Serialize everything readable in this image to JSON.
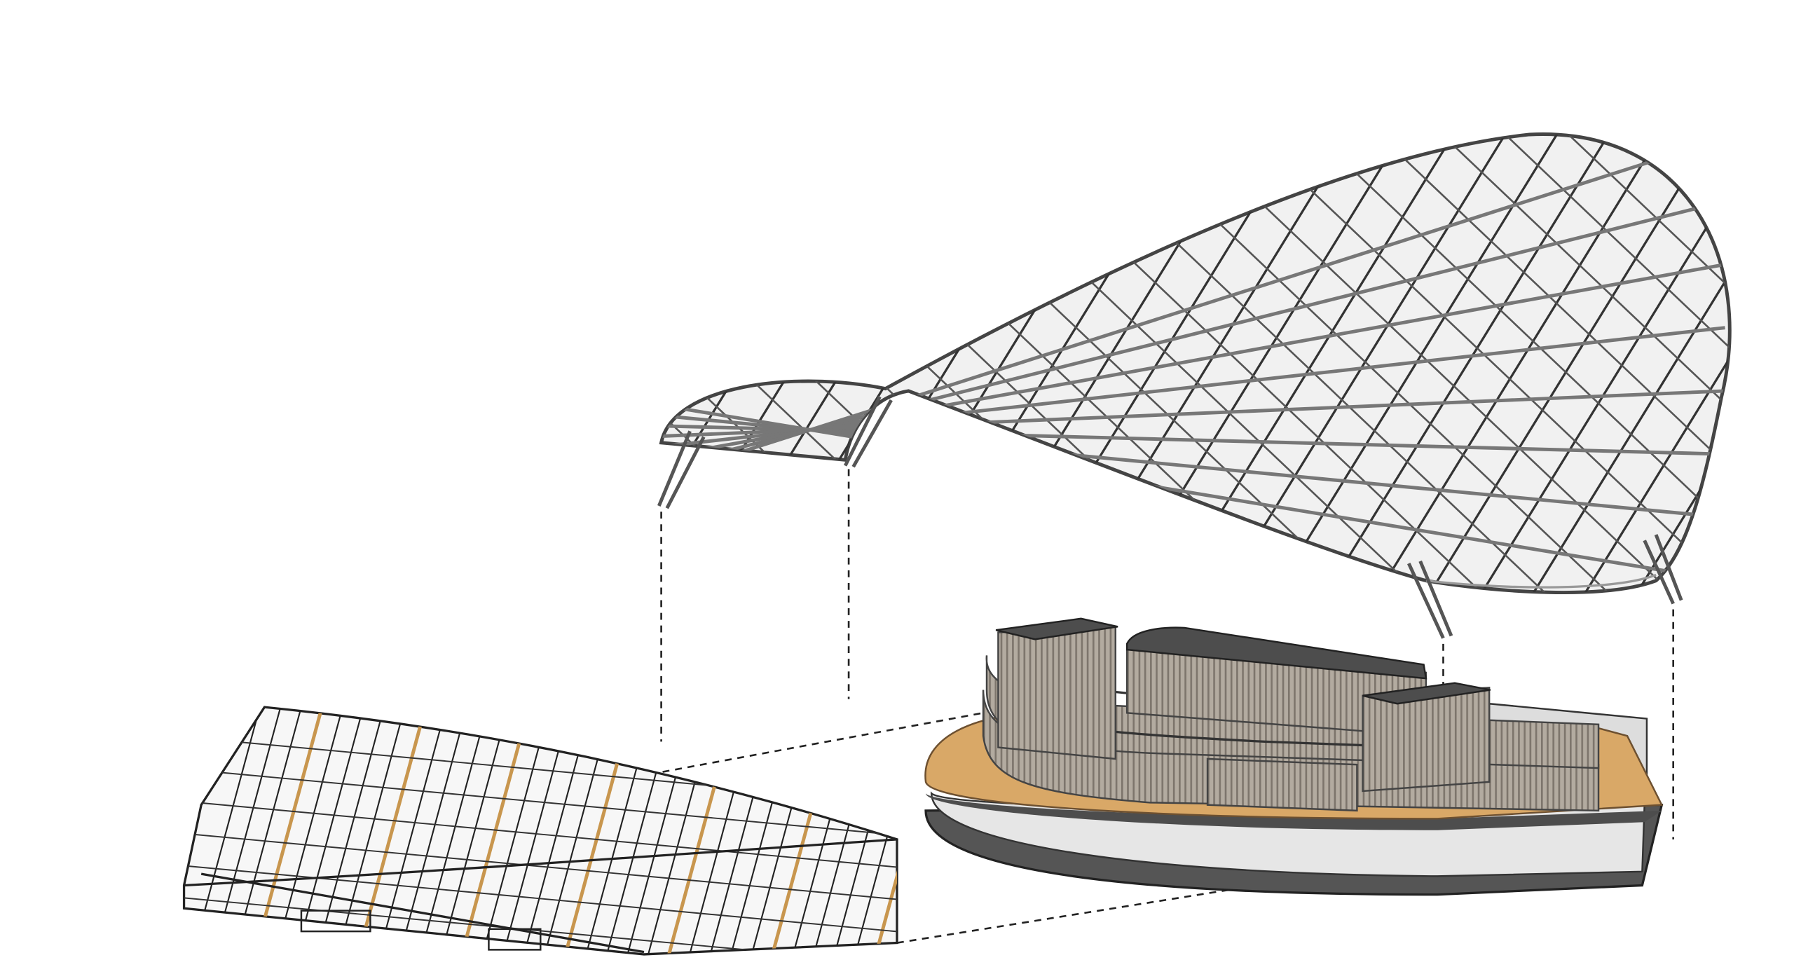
{
  "diagram": {
    "type": "exploded-axonometric",
    "components": [
      "roof-canopy",
      "support-legs",
      "building-core",
      "facade-shell"
    ],
    "colors": {
      "background": "#ffffff",
      "steel": "#4a4a4a",
      "roof_membrane": "#f1f1f1",
      "timber_floor": "#d9a867",
      "timber_cladding": "#a39b90",
      "dark_roof": "#4d4d4d",
      "glass": "#e8e8e8",
      "wood_strip": "#c8964e",
      "dash": "#222222"
    }
  }
}
